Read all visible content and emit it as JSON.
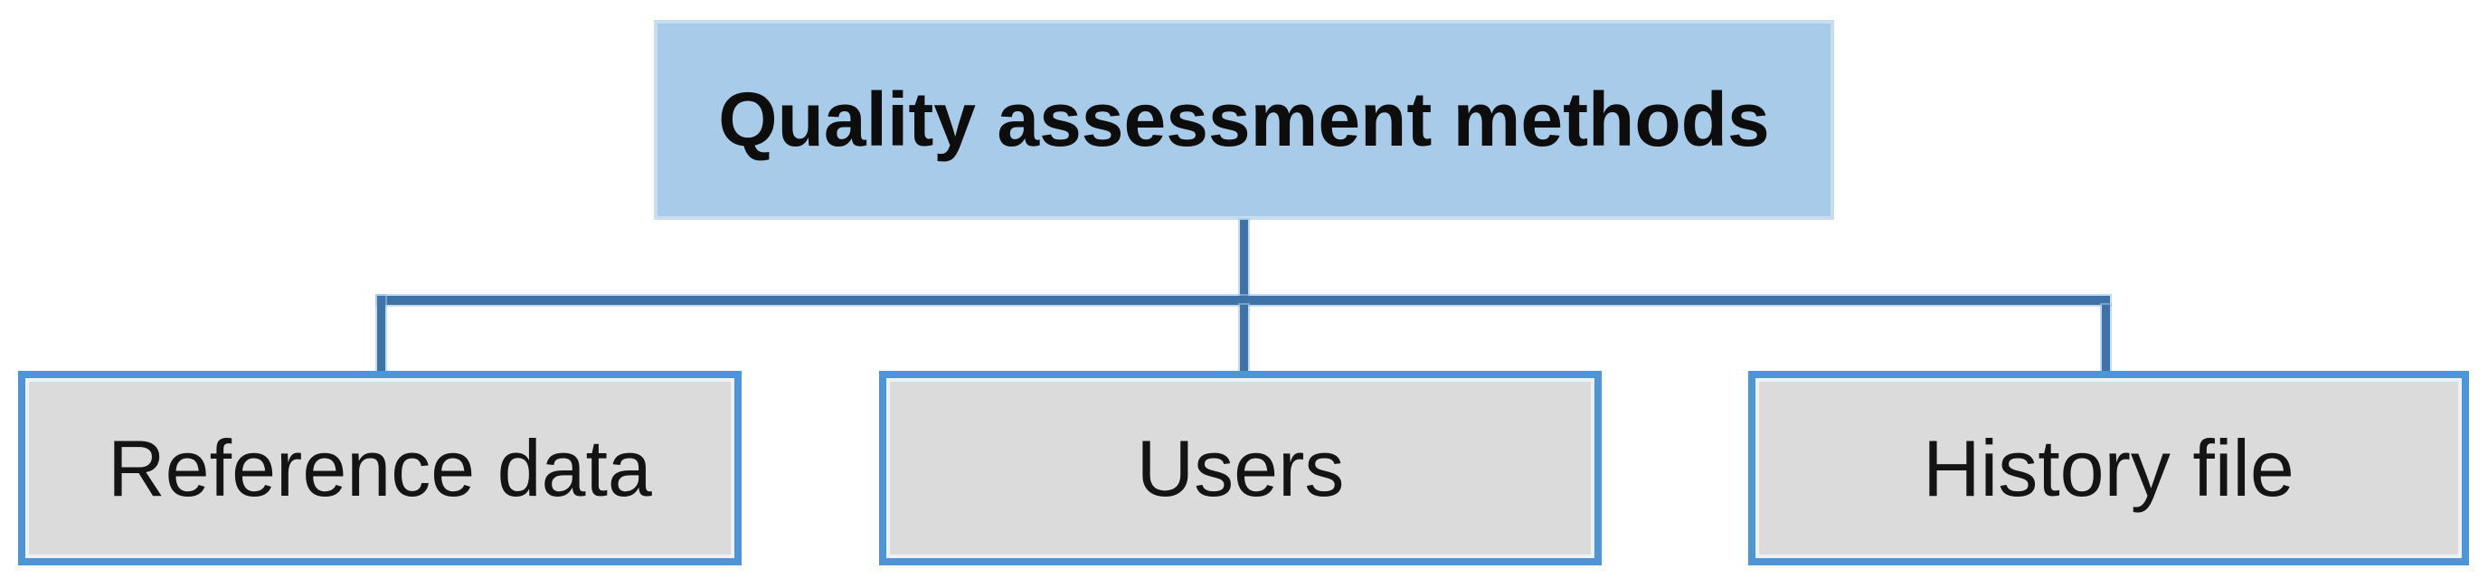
{
  "diagram": {
    "root": {
      "label": "Quality assessment methods"
    },
    "children": [
      {
        "label": "Reference data"
      },
      {
        "label": "Users"
      },
      {
        "label": "History file"
      }
    ],
    "colors": {
      "root_fill": "#a7cbe9",
      "root_border_light": "#c9ddf1",
      "child_fill": "#dbdbdb",
      "child_border": "#4e94d9",
      "connector": "#3e73a7",
      "text": "#141414"
    }
  }
}
